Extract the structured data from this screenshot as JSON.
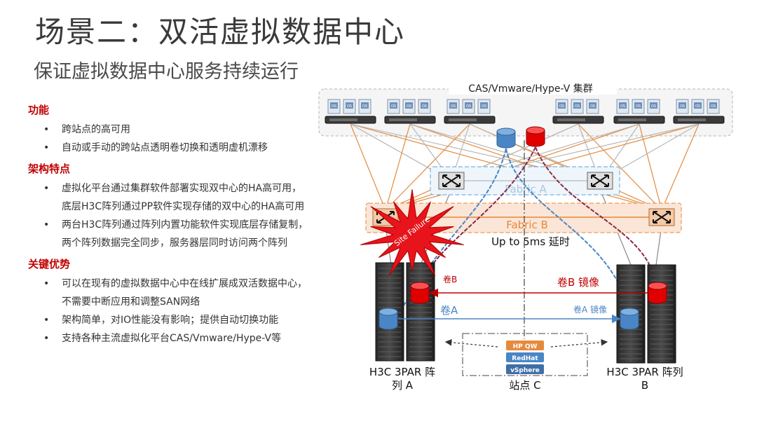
{
  "header": {
    "title": "场景二：双活虚拟数据中心",
    "subtitle": "保证虚拟数据中心服务持续运行"
  },
  "sections": [
    {
      "heading": "功能",
      "items": [
        "跨站点的高可用",
        "自动或手动的跨站点透明卷切换和透明虚机漂移"
      ]
    },
    {
      "heading": "架构特点",
      "items": [
        "虚拟化平台通过集群软件部署实现双中心的HA高可用，底层H3C阵列通过PP软件实现存储的双中心的HA高可用",
        "两台H3C阵列通过阵列内置功能软件实现底层存储复制，两个阵列数据完全同步，服务器层同时访问两个阵列"
      ]
    },
    {
      "heading": "关键优势",
      "items": [
        "可以在现有的虚拟数据中心中在线扩展成双活数据中心，不需要中断应用和调整SAN网络",
        "架构简单，对IO性能没有影响；提供自动切换功能",
        "支持各种主流虚拟化平台CAS/Vmware/Hype-V等"
      ]
    }
  ],
  "diagram": {
    "cluster_label": "CAS/Vmware/Hype-V 集群",
    "fabric_a": "Fabric A",
    "fabric_b": "Fabric B",
    "latency": "Up to 5ms 延时",
    "site_failure": "Site Failure",
    "volume_b_small": "卷B",
    "volume_b_mirror": "卷B 镜像",
    "volume_a": "卷A",
    "volume_a_mirror": "卷A 镜像",
    "array_a": [
      "H3C 3PAR 阵",
      "列 A"
    ],
    "array_b": [
      "H3C 3PAR 阵列",
      "B"
    ],
    "site_c": "站点 C",
    "witness": [
      "HP QW",
      "RedHat",
      "vSphere"
    ],
    "vm_icon_text": "OS",
    "colors": {
      "red": "#c00000",
      "blue": "#4a86c5",
      "orange": "#e58a3c",
      "fabric_b_fill": "#fbe5d6",
      "fabric_a_stroke": "#5ba3d9"
    }
  }
}
